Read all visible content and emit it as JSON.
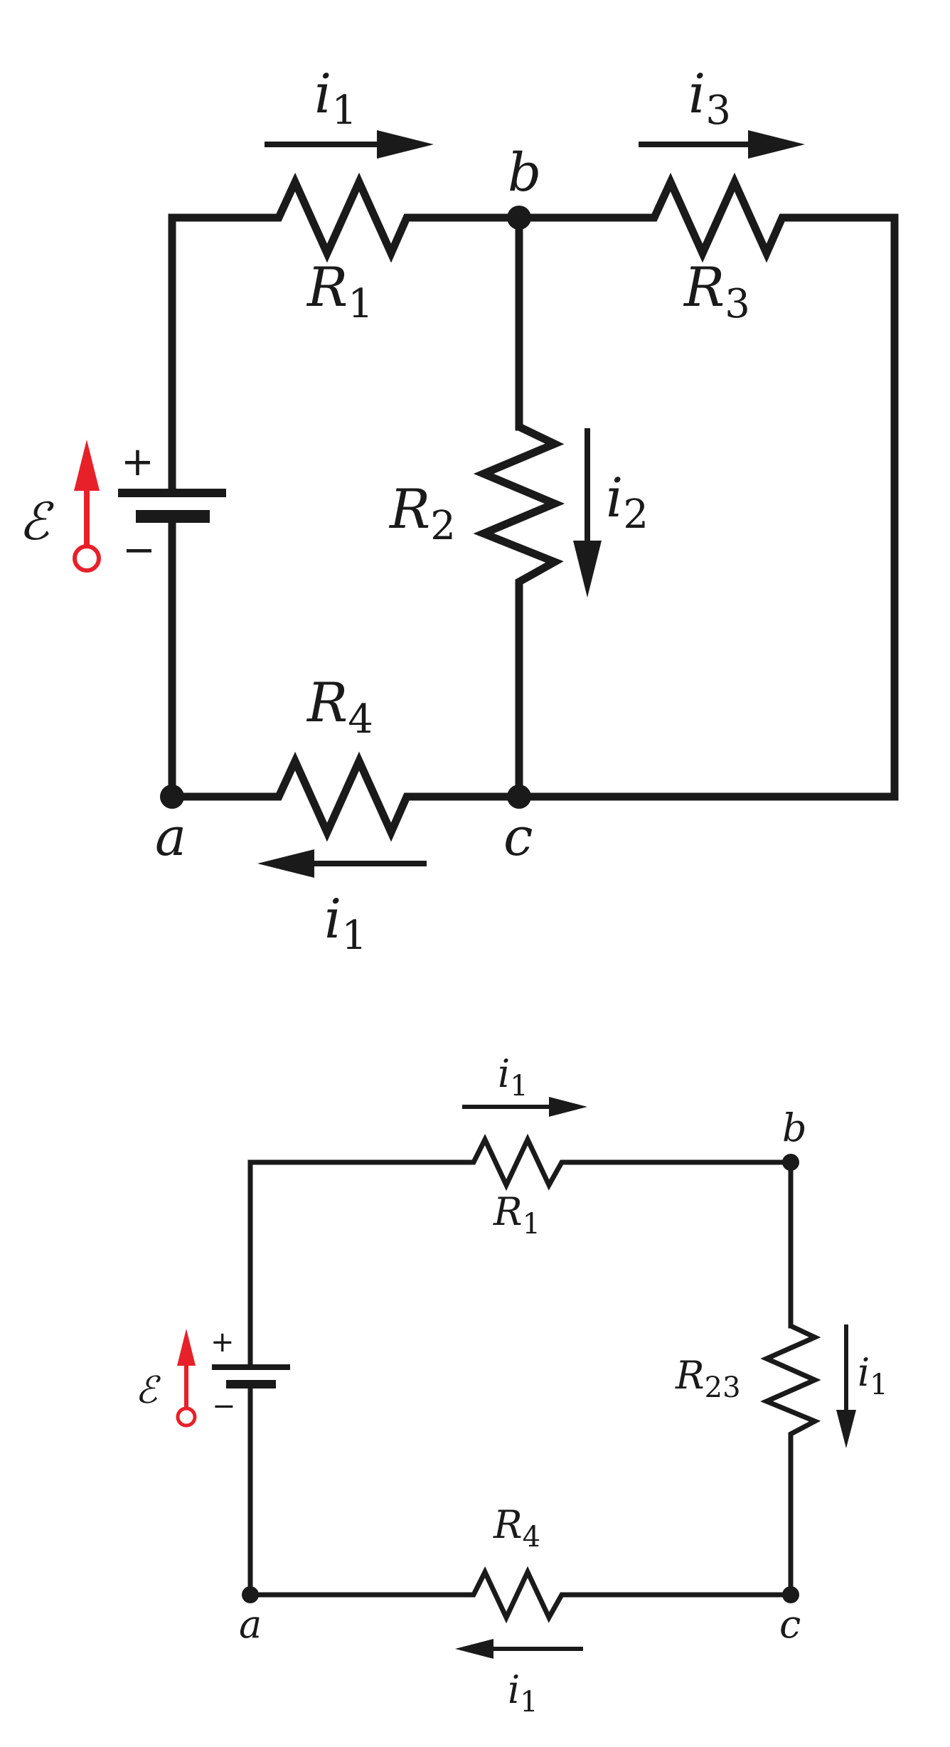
{
  "top": {
    "node_a": "a",
    "node_b": "b",
    "node_c": "c",
    "r1": {
      "sym": "R",
      "sub": "1"
    },
    "r2": {
      "sym": "R",
      "sub": "2"
    },
    "r3": {
      "sym": "R",
      "sub": "3"
    },
    "r4": {
      "sym": "R",
      "sub": "4"
    },
    "i1_top": {
      "sym": "i",
      "sub": "1"
    },
    "i3": {
      "sym": "i",
      "sub": "3"
    },
    "i2": {
      "sym": "i",
      "sub": "2"
    },
    "i1_bottom": {
      "sym": "i",
      "sub": "1"
    },
    "emf": "ℰ",
    "plus": "+",
    "minus": "−"
  },
  "bottom": {
    "node_a": "a",
    "node_b": "b",
    "node_c": "c",
    "r1": {
      "sym": "R",
      "sub": "1"
    },
    "r23": {
      "sym": "R",
      "sub": "23"
    },
    "r4": {
      "sym": "R",
      "sub": "4"
    },
    "i1_top": {
      "sym": "i",
      "sub": "1"
    },
    "i1_right": {
      "sym": "i",
      "sub": "1"
    },
    "i1_bottom": {
      "sym": "i",
      "sub": "1"
    },
    "emf": "ℰ",
    "plus": "+",
    "minus": "−"
  },
  "colors": {
    "wire": "#1a1a1a",
    "emf_arrow": "#e8202a"
  }
}
